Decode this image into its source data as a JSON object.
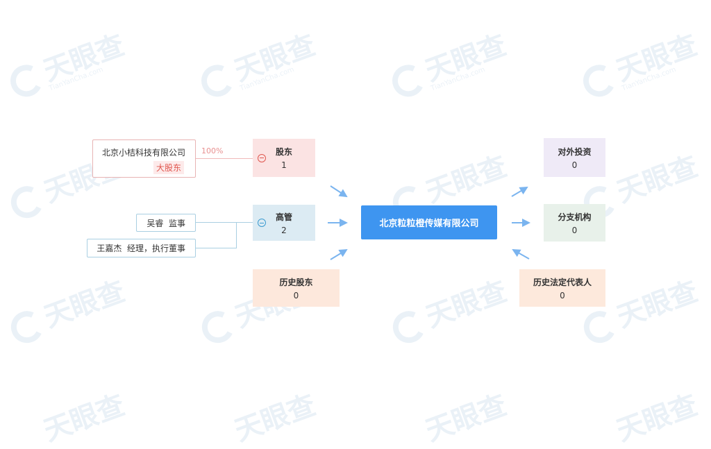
{
  "watermark": {
    "text": "天眼查",
    "sub": "TianYanCha.com"
  },
  "center": {
    "name": "北京粒粒橙传媒有限公司"
  },
  "shareholders": {
    "label": "股东",
    "count": "1",
    "items": [
      {
        "name": "北京小桔科技有限公司",
        "tag": "大股东",
        "percent": "100%"
      }
    ]
  },
  "executives": {
    "label": "高管",
    "count": "2",
    "items": [
      {
        "name": "吴睿",
        "role": "监事"
      },
      {
        "name": "王嘉杰",
        "role": "经理，执行董事"
      }
    ]
  },
  "history_shareholders": {
    "label": "历史股东",
    "count": "0"
  },
  "investments": {
    "label": "对外投资",
    "count": "0"
  },
  "branches": {
    "label": "分支机构",
    "count": "0"
  },
  "history_legal_rep": {
    "label": "历史法定代表人",
    "count": "0"
  },
  "colors": {
    "center": "#3e95f0",
    "arrow": "#7ab4ef",
    "shareholder_bg": "#fbe3e3",
    "exec_bg": "#dcebf3",
    "history_bg": "#fde8dc",
    "invest_bg": "#efeaf7",
    "branch_bg": "#e8f1ea"
  }
}
